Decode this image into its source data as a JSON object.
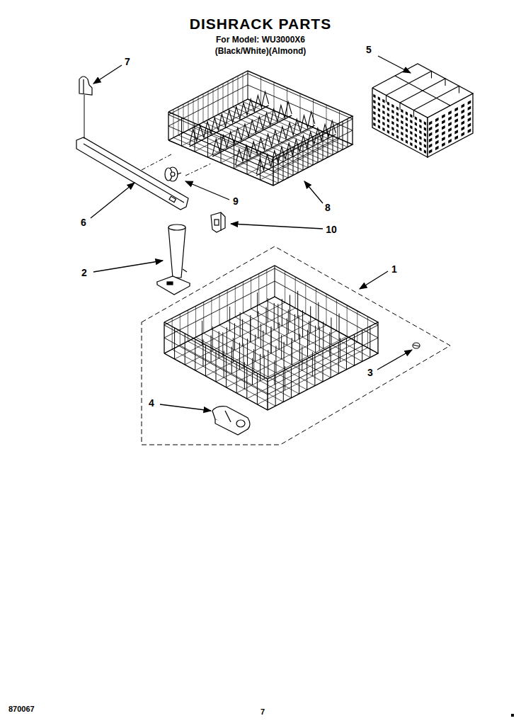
{
  "diagram": {
    "title": "DISHRACK PARTS",
    "labels": [
      "For Model: WU3000X6",
      "(Black/White)(Almond)",
      "7",
      "5",
      "9",
      "8",
      "6",
      "10",
      "2",
      "1",
      "3",
      "4",
      "870067",
      "7"
    ]
  }
}
